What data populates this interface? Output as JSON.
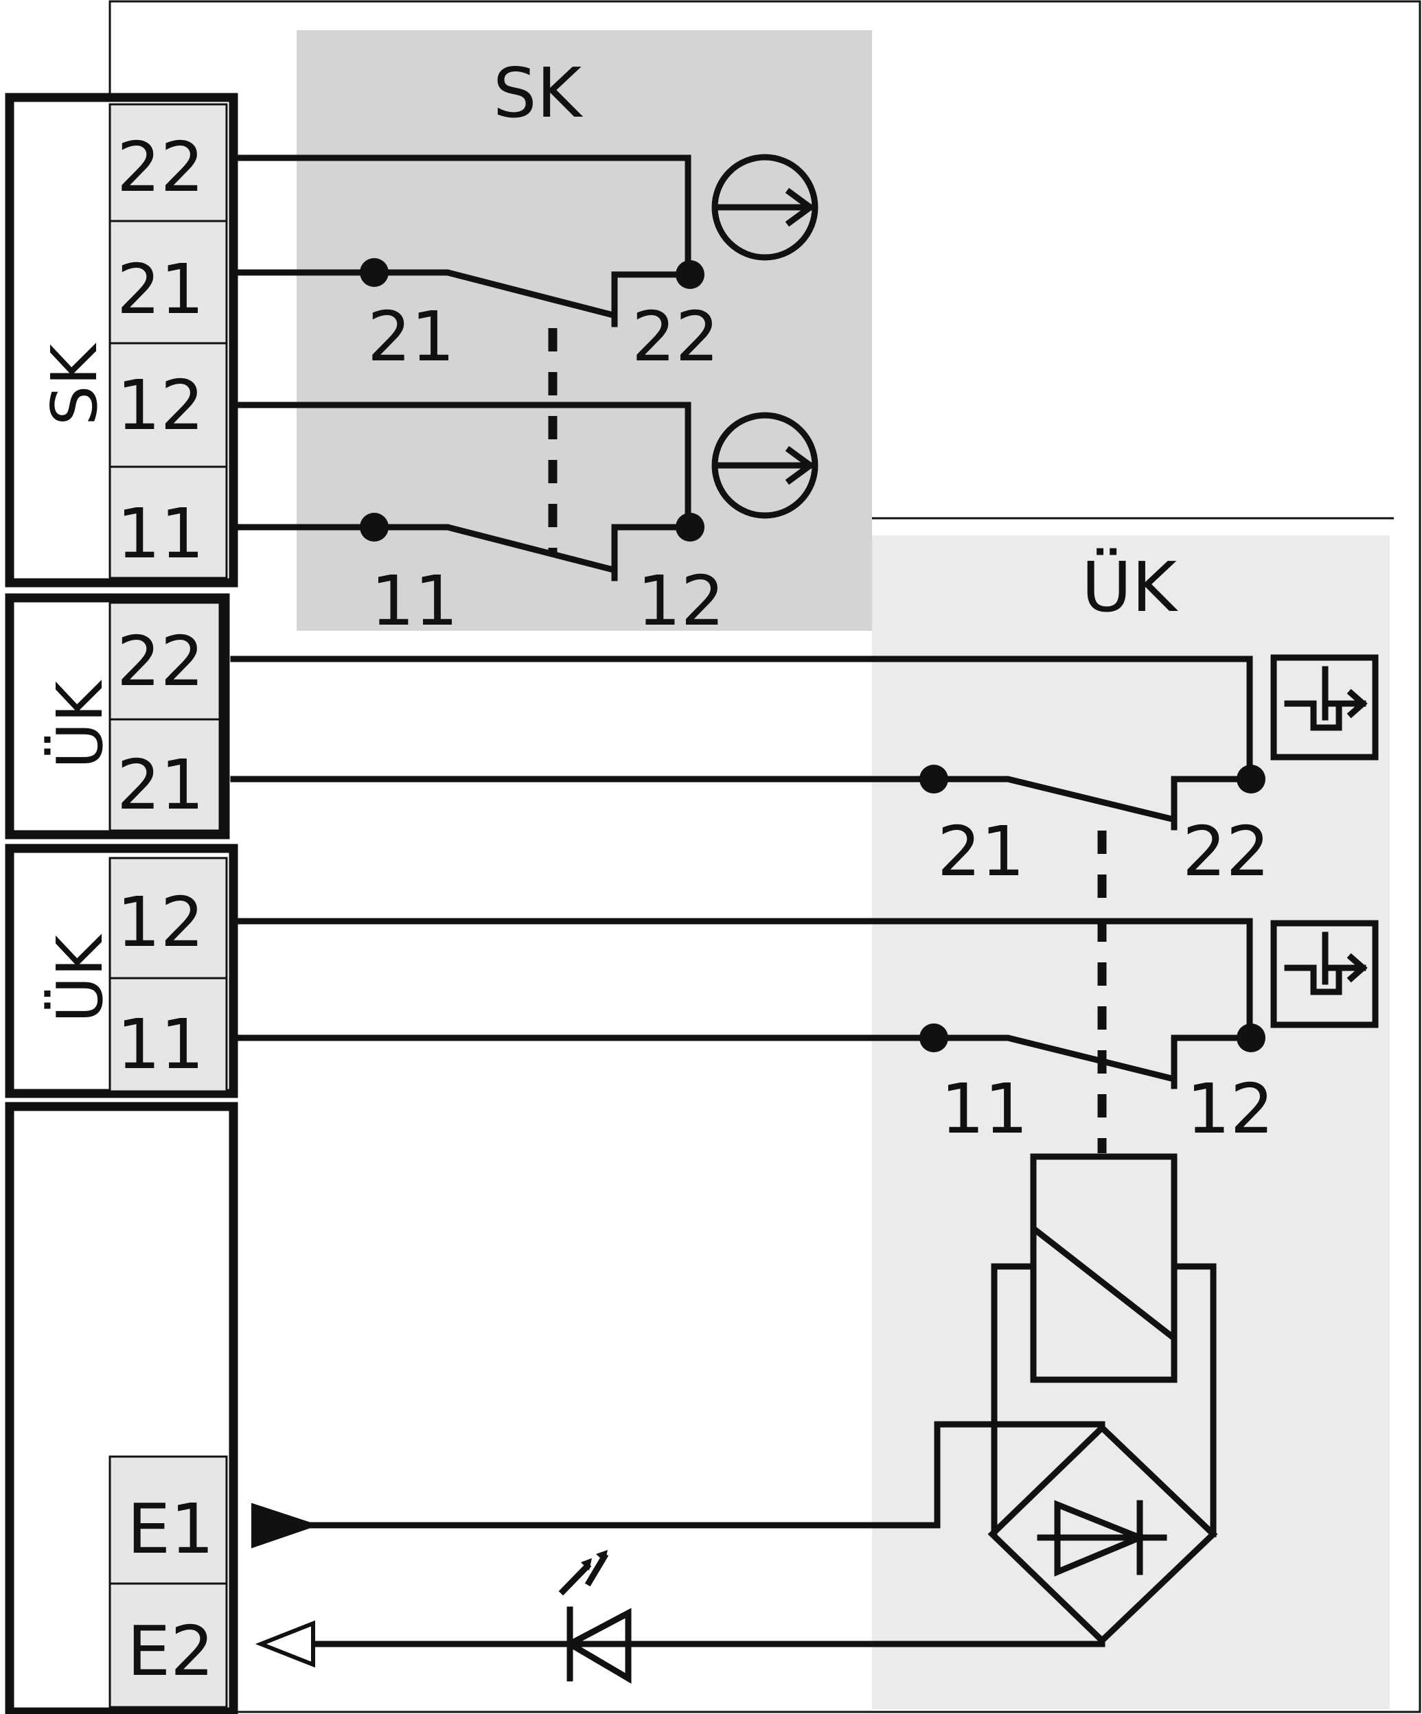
{
  "colors": {
    "line": "#111111",
    "sk_zone": "#d4d4d4",
    "uk_zone": "#ebebeb",
    "terminal_fill": "#e6e6e6",
    "background": "#ffffff"
  },
  "sections": {
    "sk_title": "SK",
    "uk_title": "ÜK"
  },
  "terminal_strip": {
    "sk_label": "SK",
    "uk_upper_label": "ÜK",
    "uk_lower_label": "ÜK",
    "terminals": {
      "sk_22": "22",
      "sk_21": "21",
      "sk_12": "12",
      "sk_11": "11",
      "uk_22": "22",
      "uk_21": "21",
      "uk_12": "12",
      "uk_11": "11",
      "e1": "E1",
      "e2": "E2"
    }
  },
  "contacts": {
    "sk_upper": {
      "left": "21",
      "right": "22"
    },
    "sk_lower": {
      "left": "11",
      "right": "12"
    },
    "uk_upper": {
      "left": "21",
      "right": "22"
    },
    "uk_lower": {
      "left": "11",
      "right": "12"
    }
  },
  "icons": {
    "sk_actuator": "rotary-arrow-icon",
    "uk_actuator": "push-lever-icon",
    "coil": "relay-coil-icon",
    "rectifier": "bridge-rectifier-icon",
    "led": "led-icon"
  }
}
